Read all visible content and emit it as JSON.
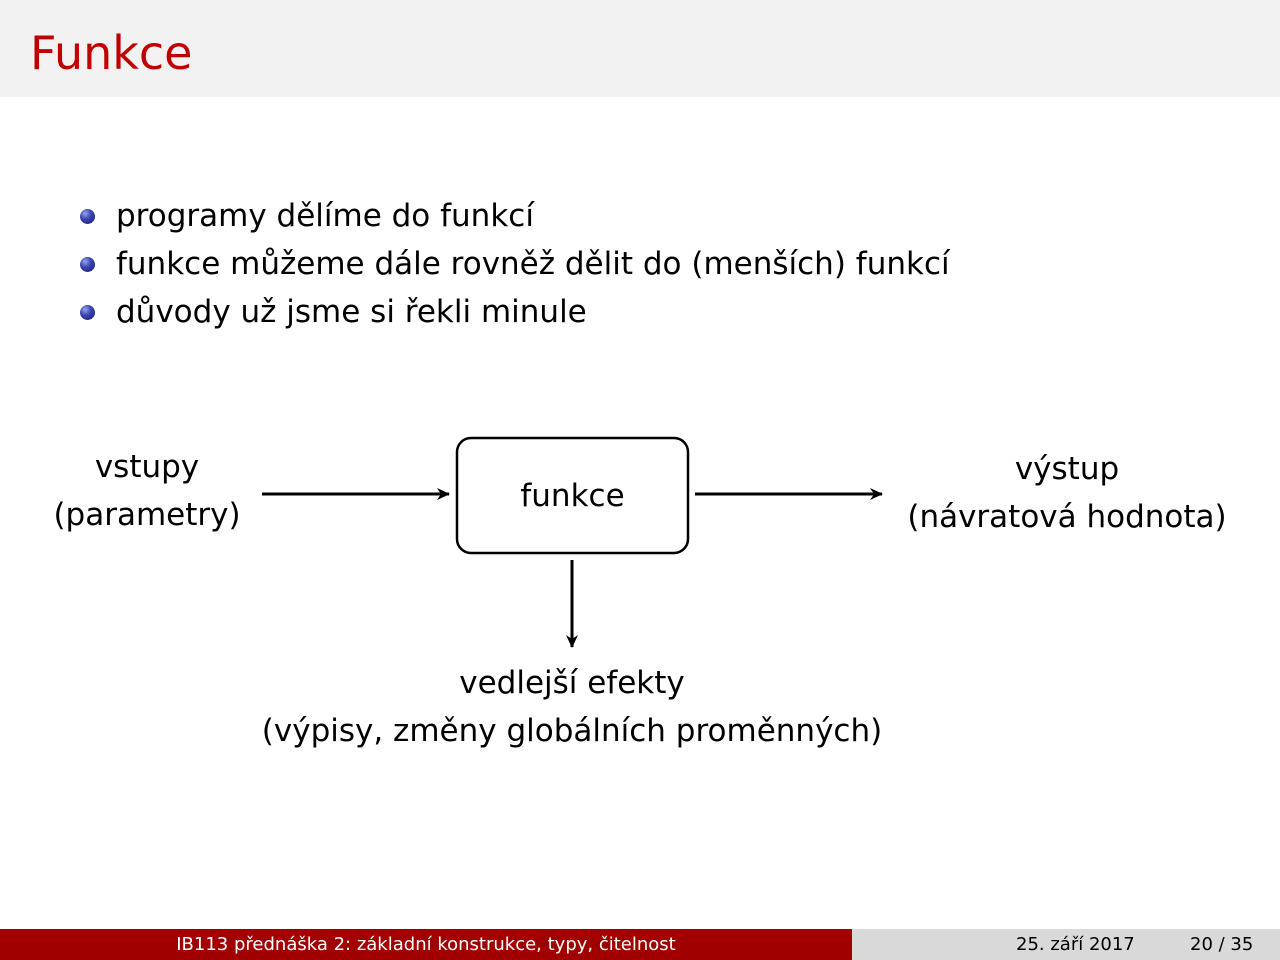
{
  "slide": {
    "title": "Funkce"
  },
  "bullets": [
    "programy dělíme do funkcí",
    "funkce můžeme dále rovněž dělit do (menších) funkcí",
    "důvody už jsme si řekli minule"
  ],
  "diagram": {
    "input_line1": "vstupy",
    "input_line2": "(parametry)",
    "box_label": "funkce",
    "output_line1": "výstup",
    "output_line2": "(návratová hodnota)",
    "side_line1": "vedlejší efekty",
    "side_line2": "(výpisy, změny globálních proměnných)"
  },
  "footer": {
    "course": "IB113 přednáška 2: základní konstrukce, typy, čitelnost",
    "date": "25. září 2017",
    "page": "20 / 35"
  },
  "colors": {
    "title": "#c00000",
    "footer_left": "#a00000",
    "footer_right": "#d9d9d9",
    "title_bar": "#f2f2f2",
    "bullet": "#3b46b3"
  }
}
